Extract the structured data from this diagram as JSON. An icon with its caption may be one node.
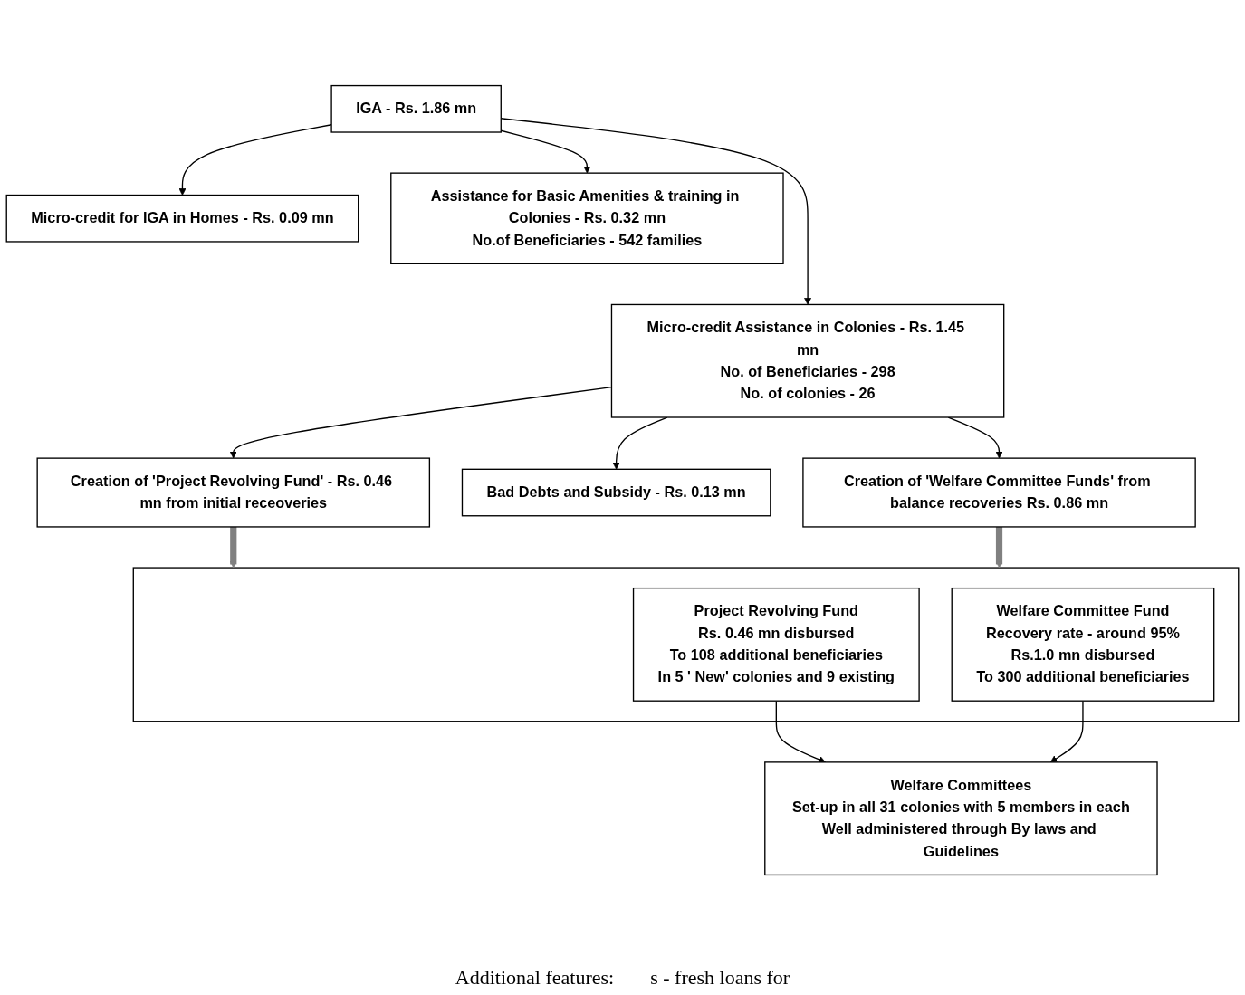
{
  "diagram": {
    "nodes": [
      {
        "text": [
          "IGA - Rs. 1.86 mn"
        ]
      },
      {
        "text": [
          "Micro-credit for IGA in Homes - Rs. 0.09 mn"
        ]
      },
      {
        "text": [
          "Assistance for Basic Amenities & training in Colonies - Rs. 0.32 mn",
          "No.of Beneficiaries - 542 families"
        ]
      },
      {
        "text": [
          "Micro-credit Assistance in Colonies - Rs. 1.45 mn",
          "No. of Beneficiaries - 298",
          "No. of colonies - 26"
        ]
      },
      {
        "text": [
          "Creation of 'Project Revolving Fund' - Rs. 0.46 mn from initial receoveries"
        ]
      },
      {
        "text": [
          "Bad Debts and Subsidy - Rs. 0.13 mn"
        ]
      },
      {
        "text": [
          "Creation of 'Welfare Committee Funds' from balance recoveries Rs. 0.86 mn"
        ]
      },
      {
        "text": [],
        "shape": "box"
      },
      {
        "text": [
          "Project Revolving Fund",
          "Rs. 0.46 mn disbursed",
          "To 108 additional beneficiaries",
          "In 5 ' New' colonies and 9 existing"
        ],
        "in": 7
      },
      {
        "text": [
          "Welfare Committee Fund",
          "Recovery rate - around 95%",
          "Rs.1.0 mn disbursed",
          "To 300 additional beneficiaries"
        ],
        "in": 7
      },
      {
        "text": [
          "Welfare Committees",
          "Set-up in all 31 colonies with 5 members in each",
          "Well administered through By laws and Guidelines"
        ]
      }
    ],
    "edges": [
      {
        "from": 0,
        "to": 1,
        "arrow": "to"
      },
      {
        "from": 0,
        "to": 3,
        "arrow": "to"
      },
      {
        "from": 0,
        "to": 2,
        "arrow": "to"
      },
      {
        "from": 3,
        "to": 4,
        "arrow": "to"
      },
      {
        "from": 3,
        "to": 5,
        "arrow": "to"
      },
      {
        "from": 3,
        "to": 6,
        "arrow": "to"
      },
      {
        "from": 4,
        "to": 7,
        "arrow": "to",
        "style": "thick",
        "color": "#808080"
      },
      {
        "from": 6,
        "to": 7,
        "arrow": "to",
        "style": "thick",
        "color": "#808080"
      },
      {
        "from": 8,
        "to": 10,
        "arrow": "to"
      },
      {
        "from": 9,
        "to": 10,
        "arrow": "to"
      }
    ],
    "labels": [
      "Additional features:",
      "s - fresh loans for"
    ]
  }
}
